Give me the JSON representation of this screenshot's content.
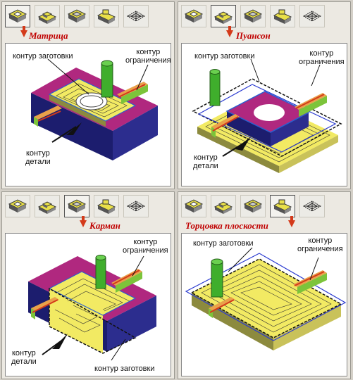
{
  "panels": [
    {
      "mode": "Матрица",
      "labels": {
        "a": "контур заготовки",
        "b1": "контур",
        "b2": "ограничения",
        "c1": "контур",
        "c2": "детали"
      }
    },
    {
      "mode": "Пуансон",
      "labels": {
        "a": "контур заготовки",
        "b1": "контур",
        "b2": "ограничения",
        "c1": "контур",
        "c2": "детали"
      }
    },
    {
      "mode": "Карман",
      "labels": {
        "b1": "контур",
        "b2": "ограничения",
        "c1": "контур",
        "c2": "детали",
        "d": "контур заготовки"
      }
    },
    {
      "mode": "Торцовка плоскости",
      "labels": {
        "a": "контур заготовки",
        "b1": "контур",
        "b2": "ограничения"
      }
    }
  ],
  "toolbar_icons": [
    "matrix-mode-icon",
    "punch-mode-icon",
    "pocket-mode-icon",
    "step-mode-icon",
    "facing-mode-icon"
  ],
  "colors": {
    "magenta": "#b0287f",
    "navy": "#1c1d6e",
    "yellow": "#f2ea63",
    "green": "#7cc43a",
    "olive": "#8c8a3e",
    "red": "#d43a1a"
  }
}
